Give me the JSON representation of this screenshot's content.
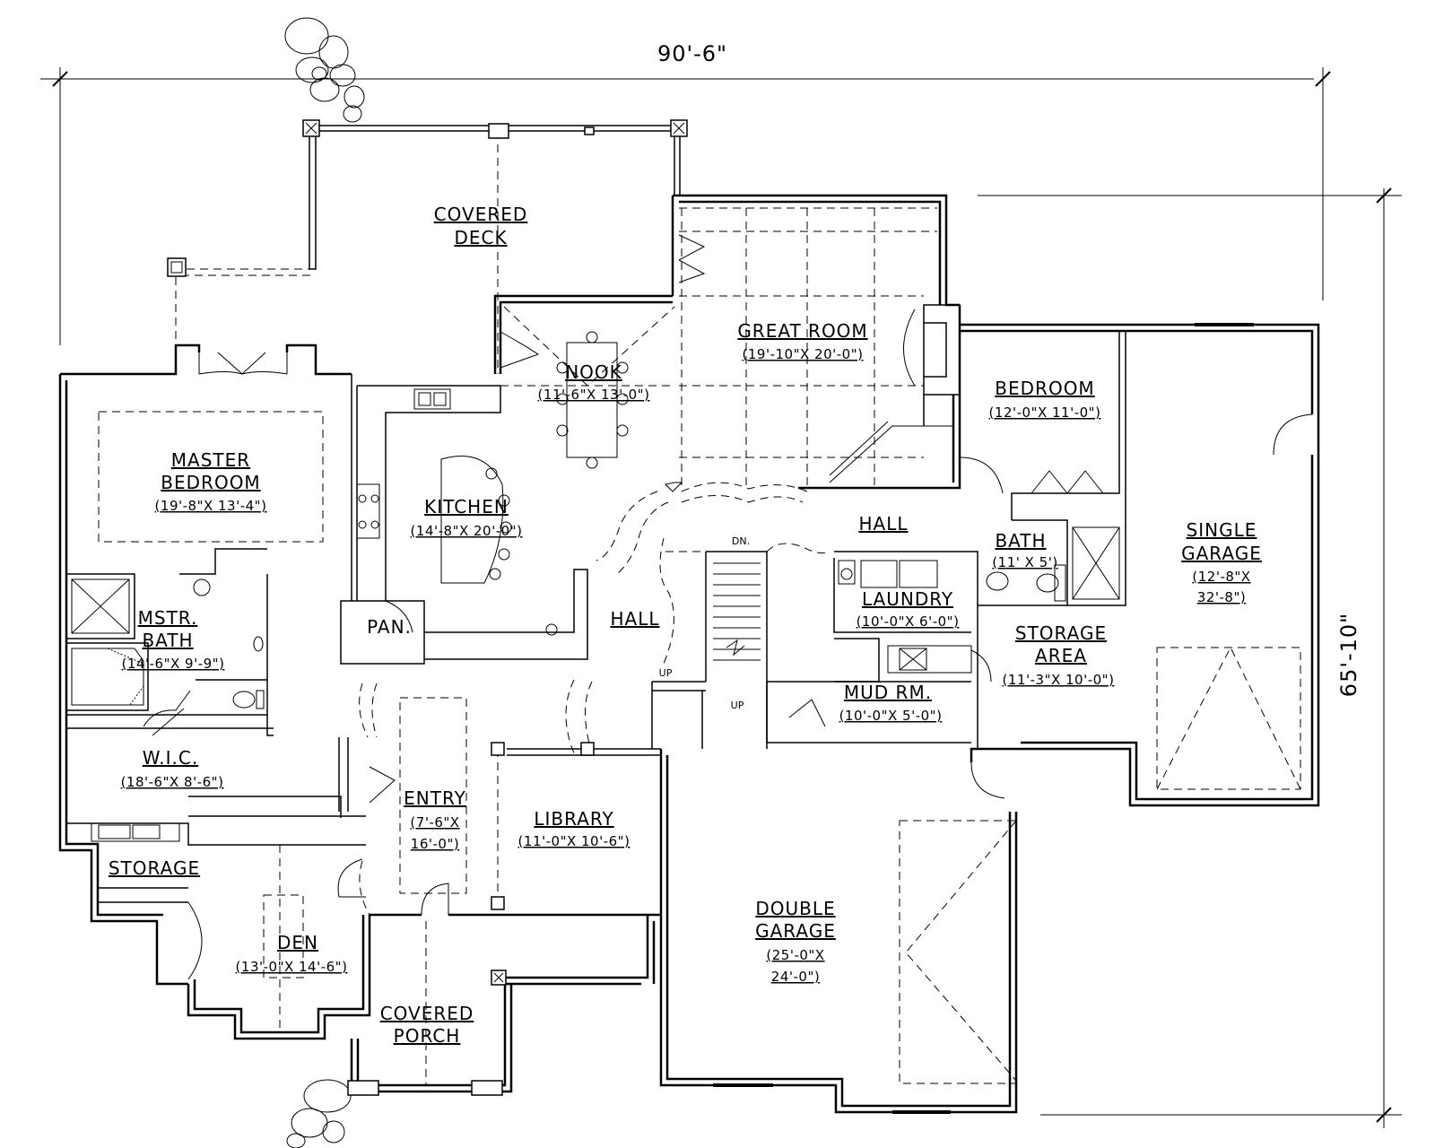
{
  "dimensions": {
    "width_label": "90'-6\"",
    "depth_label": "65'-10\""
  },
  "rooms": {
    "covered_deck": {
      "line1": "COVERED",
      "line2": "DECK"
    },
    "great_room": {
      "name": "GREAT ROOM",
      "size": "(19'-10\"X 20'-0\")"
    },
    "nook": {
      "name": "NOOK",
      "size": "(11'-6\"X 13'-0\")"
    },
    "bedroom": {
      "name": "BEDROOM",
      "size": "(12'-0\"X 11'-0\")"
    },
    "master_bedroom": {
      "line1": "MASTER",
      "line2": "BEDROOM",
      "size": "(19'-8\"X 13'-4\")"
    },
    "kitchen": {
      "name": "KITCHEN",
      "size": "(14'-8\"X 20'-0\")"
    },
    "hall_upper": {
      "name": "HALL"
    },
    "hall_center": {
      "name": "HALL"
    },
    "bath": {
      "name": "BATH",
      "size": "(11' X 5')"
    },
    "single_garage": {
      "line1": "SINGLE",
      "line2": "GARAGE",
      "size1": "(12'-8\"X",
      "size2": "32'-8\")"
    },
    "laundry": {
      "name": "LAUNDRY",
      "size": "(10'-0\"X 6'-0\")"
    },
    "storage_area": {
      "line1": "STORAGE",
      "line2": "AREA",
      "size": "(11'-3\"X 10'-0\")"
    },
    "master_bath": {
      "line1": "MSTR.",
      "line2": "BATH",
      "size": "(14'-6\"X 9'-9\")"
    },
    "pantry": {
      "name": "PAN."
    },
    "mud_room": {
      "name": "MUD RM.",
      "size": "(10'-0\"X 5'-0\")"
    },
    "wic": {
      "name": "W.I.C.",
      "size": "(18'-6\"X 8'-6\")"
    },
    "entry": {
      "name": "ENTRY",
      "size1": "(7'-6\"X",
      "size2": "16'-0\")"
    },
    "library": {
      "name": "LIBRARY",
      "size": "(11'-0\"X 10'-6\")"
    },
    "storage": {
      "name": "STORAGE"
    },
    "den": {
      "name": "DEN",
      "size": "(13'-0\"X 14'-6\")"
    },
    "double_garage": {
      "line1": "DOUBLE",
      "line2": "GARAGE",
      "size1": "(25'-0\"X",
      "size2": "24'-0\")"
    },
    "covered_porch": {
      "line1": "COVERED",
      "line2": "PORCH"
    }
  },
  "stair_notes": {
    "down": "DN.",
    "up1": "UP",
    "up2": "UP"
  }
}
